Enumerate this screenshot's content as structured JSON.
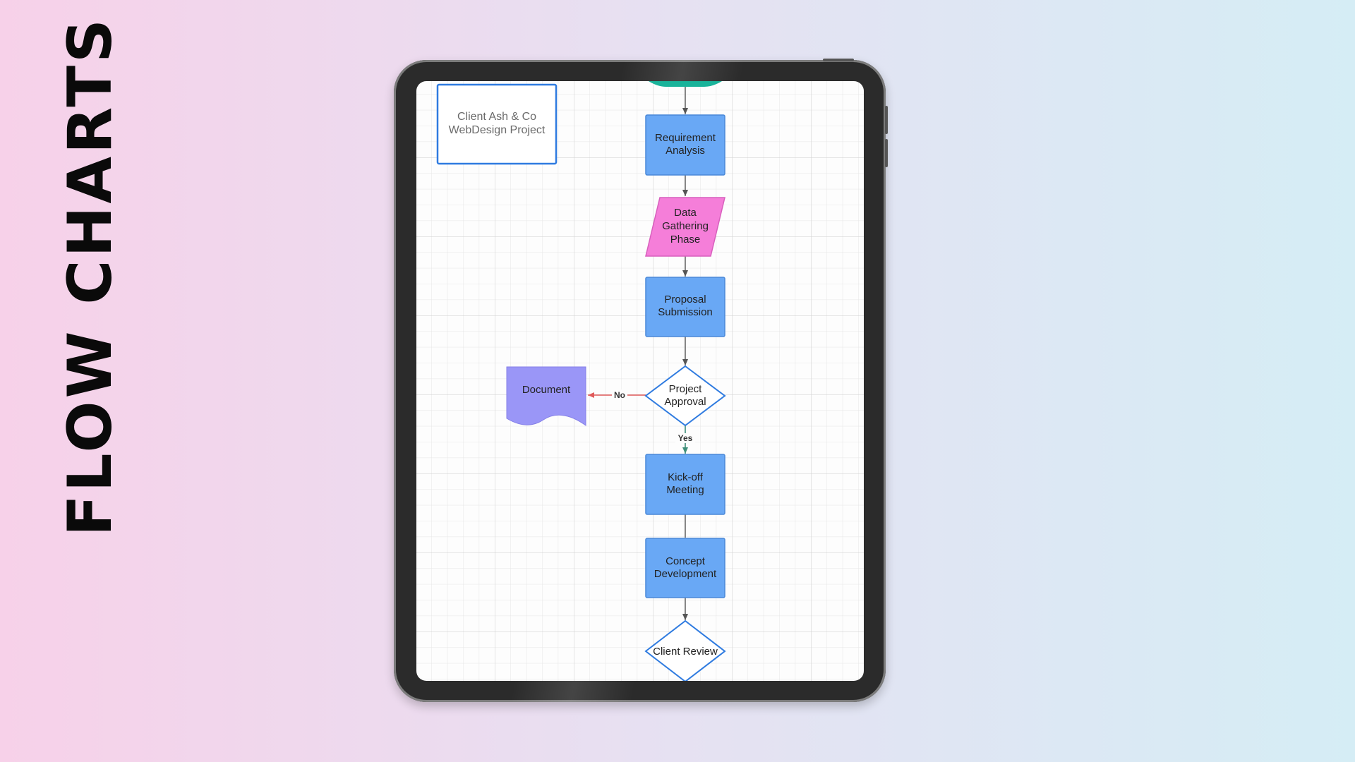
{
  "side_title": "FLOW CHARTS",
  "colors": {
    "process_fill": "#69a8f5",
    "process_stroke": "#4a88d8",
    "data_fill": "#f57ed9",
    "data_stroke": "#d85fbd",
    "document_fill": "#9a96f7",
    "decision_stroke": "#2f7be0",
    "terminal_fill": "#19b39a",
    "yes_arrow": "#3f8f7a",
    "no_arrow": "#e05a5a",
    "edge": "#555555"
  },
  "diagram": {
    "note": {
      "lines": [
        "Client Ash & Co",
        "WebDesign Project"
      ]
    },
    "nodes": [
      {
        "id": "requirement",
        "kind": "process",
        "lines": [
          "Requirement",
          "Analysis"
        ]
      },
      {
        "id": "data",
        "kind": "data",
        "lines": [
          "Data",
          "Gathering",
          "Phase"
        ]
      },
      {
        "id": "proposal",
        "kind": "process",
        "lines": [
          "Proposal",
          "Submission"
        ]
      },
      {
        "id": "approval",
        "kind": "decision",
        "lines": [
          "Project",
          "Approval"
        ]
      },
      {
        "id": "document",
        "kind": "document",
        "lines": [
          "Document"
        ]
      },
      {
        "id": "kickoff",
        "kind": "process",
        "lines": [
          "Kick-off",
          "Meeting"
        ]
      },
      {
        "id": "concept",
        "kind": "process",
        "lines": [
          "Concept",
          "Development"
        ]
      },
      {
        "id": "review",
        "kind": "decision",
        "lines": [
          "Client Review"
        ]
      }
    ],
    "edges": [
      {
        "from": "start",
        "to": "requirement",
        "label": ""
      },
      {
        "from": "requirement",
        "to": "data",
        "label": ""
      },
      {
        "from": "data",
        "to": "proposal",
        "label": ""
      },
      {
        "from": "proposal",
        "to": "approval",
        "label": ""
      },
      {
        "from": "approval",
        "to": "document",
        "label": "No"
      },
      {
        "from": "approval",
        "to": "kickoff",
        "label": "Yes"
      },
      {
        "from": "kickoff",
        "to": "concept",
        "label": ""
      },
      {
        "from": "concept",
        "to": "review",
        "label": ""
      }
    ]
  }
}
